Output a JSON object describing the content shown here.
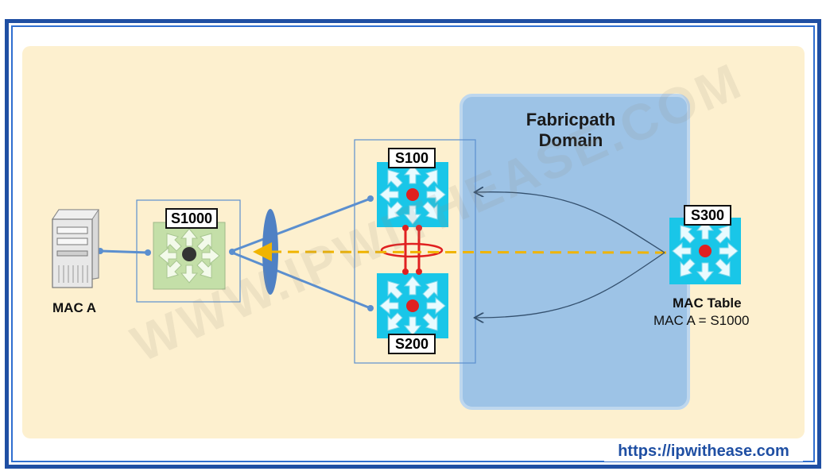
{
  "domain_label": {
    "line1": "Fabricpath",
    "line2": "Domain"
  },
  "switches": {
    "s1000": "S1000",
    "s100": "S100",
    "s200": "S200",
    "s300": "S300"
  },
  "host": {
    "label": "MAC A"
  },
  "mac_table": {
    "title": "MAC Table",
    "entry": "MAC A = S1000"
  },
  "watermark": "WWW.IPWITHEASE.COM",
  "footer_url": "https://ipwithease.com",
  "colors": {
    "frame": "#1f4fa3",
    "panel": "#fdf0cf",
    "fabric_domain": "#9dc3e6",
    "switch_cyan": "#19c6e8",
    "switch_green": "#c4dfa8",
    "link": "#5b8fcf",
    "vpc_link": "#e02020",
    "mac_learning_arrow": "#f0b400",
    "url_text": "#1f4fa3"
  },
  "icons": {
    "host": "server-icon",
    "switch": "layer3-switch-icon"
  }
}
